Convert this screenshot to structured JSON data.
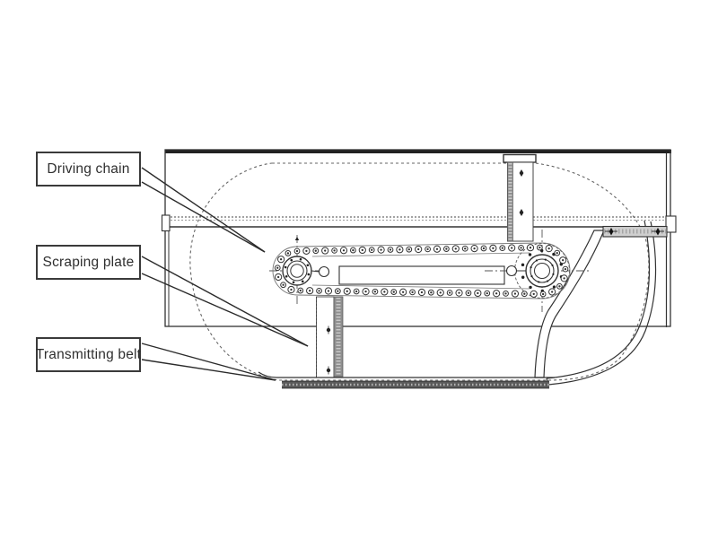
{
  "image": {
    "background_color": "#ffffff",
    "line_color": "#333333",
    "dark_line_color": "#222222",
    "hatch_fill_color": "#8f8f8f",
    "belt_fill_color": "#5a5a5a"
  },
  "callouts": [
    {
      "id": "driving-chain",
      "label": "Driving chain"
    },
    {
      "id": "scraping-plate",
      "label": "Scraping plate"
    },
    {
      "id": "transmitting-belt",
      "label": "Transmitting belt"
    }
  ]
}
